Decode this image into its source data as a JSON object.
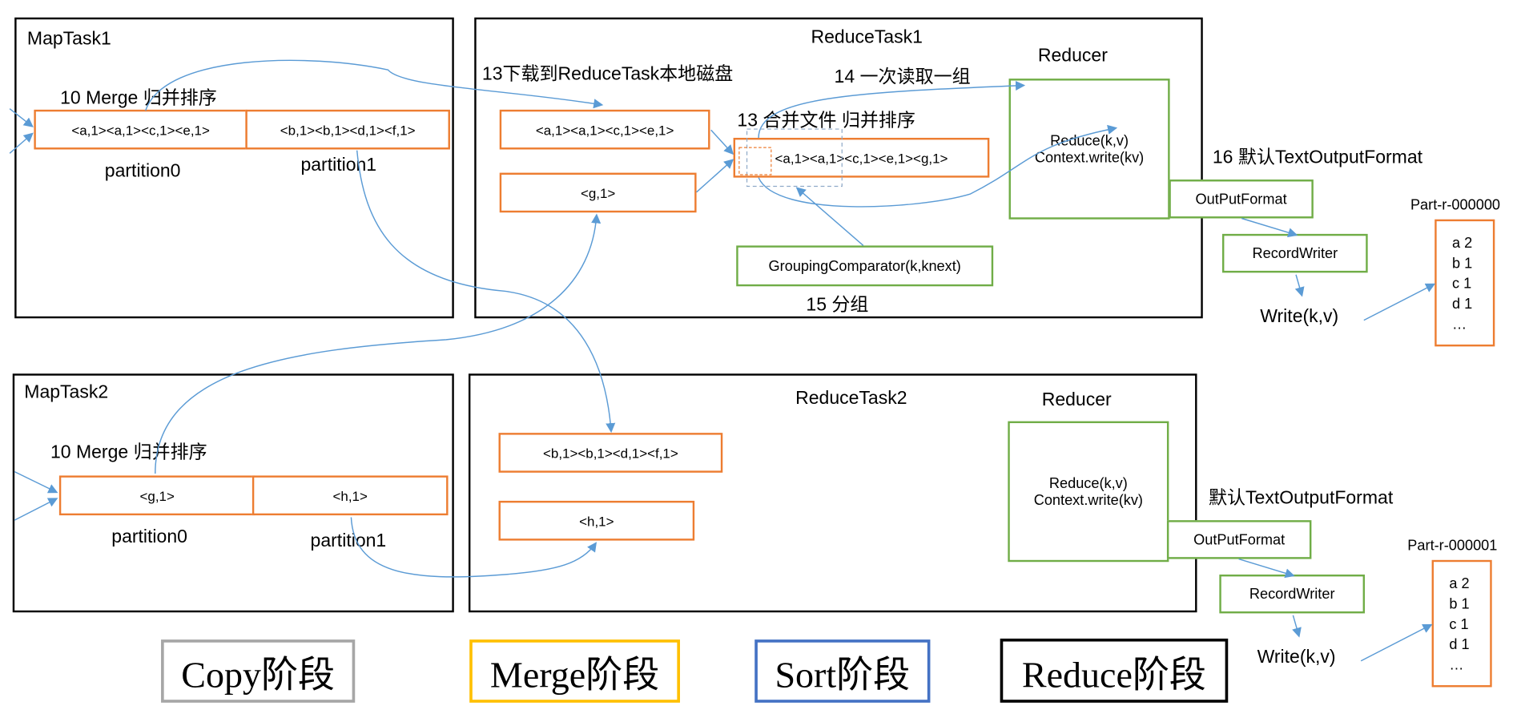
{
  "maptask1": {
    "title": "MapTask1",
    "merge_label": "10 Merge 归并排序",
    "p0_content": "<a,1><a,1><c,1><e,1>",
    "p1_content": "<b,1><b,1><d,1><f,1>",
    "p0_label": "partition0",
    "p1_label": "partition1"
  },
  "maptask2": {
    "title": "MapTask2",
    "merge_label": "10 Merge 归并排序",
    "p0_content": "<g,1>",
    "p1_content": "<h,1>",
    "p0_label": "partition0",
    "p1_label": "partition1"
  },
  "reducetask1": {
    "title": "ReduceTask1",
    "download_label": "13下载到ReduceTask本地磁盘",
    "read_label": "14 一次读取一组",
    "merge_files_label": "13 合并文件 归并排序",
    "box1": "<a,1><a,1><c,1><e,1>",
    "box2": "<g,1>",
    "merged": "<a,1><a,1><c,1><e,1><g,1>",
    "grouping": "GroupingComparator(k,knext)",
    "group_label": "15 分组",
    "reducer_title": "Reducer",
    "reduce_call": "Reduce(k,v)",
    "context_write": "Context.write(kv)",
    "output_format_label": "16 默认TextOutputFormat",
    "output_format": "OutPutFormat",
    "record_writer": "RecordWriter",
    "write": "Write(k,v)",
    "file_name": "Part-r-000000",
    "file_lines": [
      "a 2",
      "b 1",
      "c 1",
      "d 1",
      "…"
    ]
  },
  "reducetask2": {
    "title": "ReduceTask2",
    "box1": "<b,1><b,1><d,1><f,1>",
    "box2": "<h,1>",
    "reducer_title": "Reducer",
    "reduce_call": "Reduce(k,v)",
    "context_write": "Context.write(kv)",
    "output_format_label": "默认TextOutputFormat",
    "output_format": "OutPutFormat",
    "record_writer": "RecordWriter",
    "write": "Write(k,v)",
    "file_name": "Part-r-000001",
    "file_lines": [
      "a 2",
      "b 1",
      "c 1",
      "d 1",
      "…"
    ]
  },
  "legend": {
    "copy": "Copy阶段",
    "merge": "Merge阶段",
    "sort": "Sort阶段",
    "reduce": "Reduce阶段",
    "colors": {
      "copy": "#A6A6A6",
      "merge": "#FFC000",
      "sort": "#4472C4",
      "reduce": "#000000"
    }
  },
  "colors": {
    "partition_border": "#ED7D31",
    "reducer_border": "#70AD47",
    "arrow": "#5B9BD5"
  }
}
